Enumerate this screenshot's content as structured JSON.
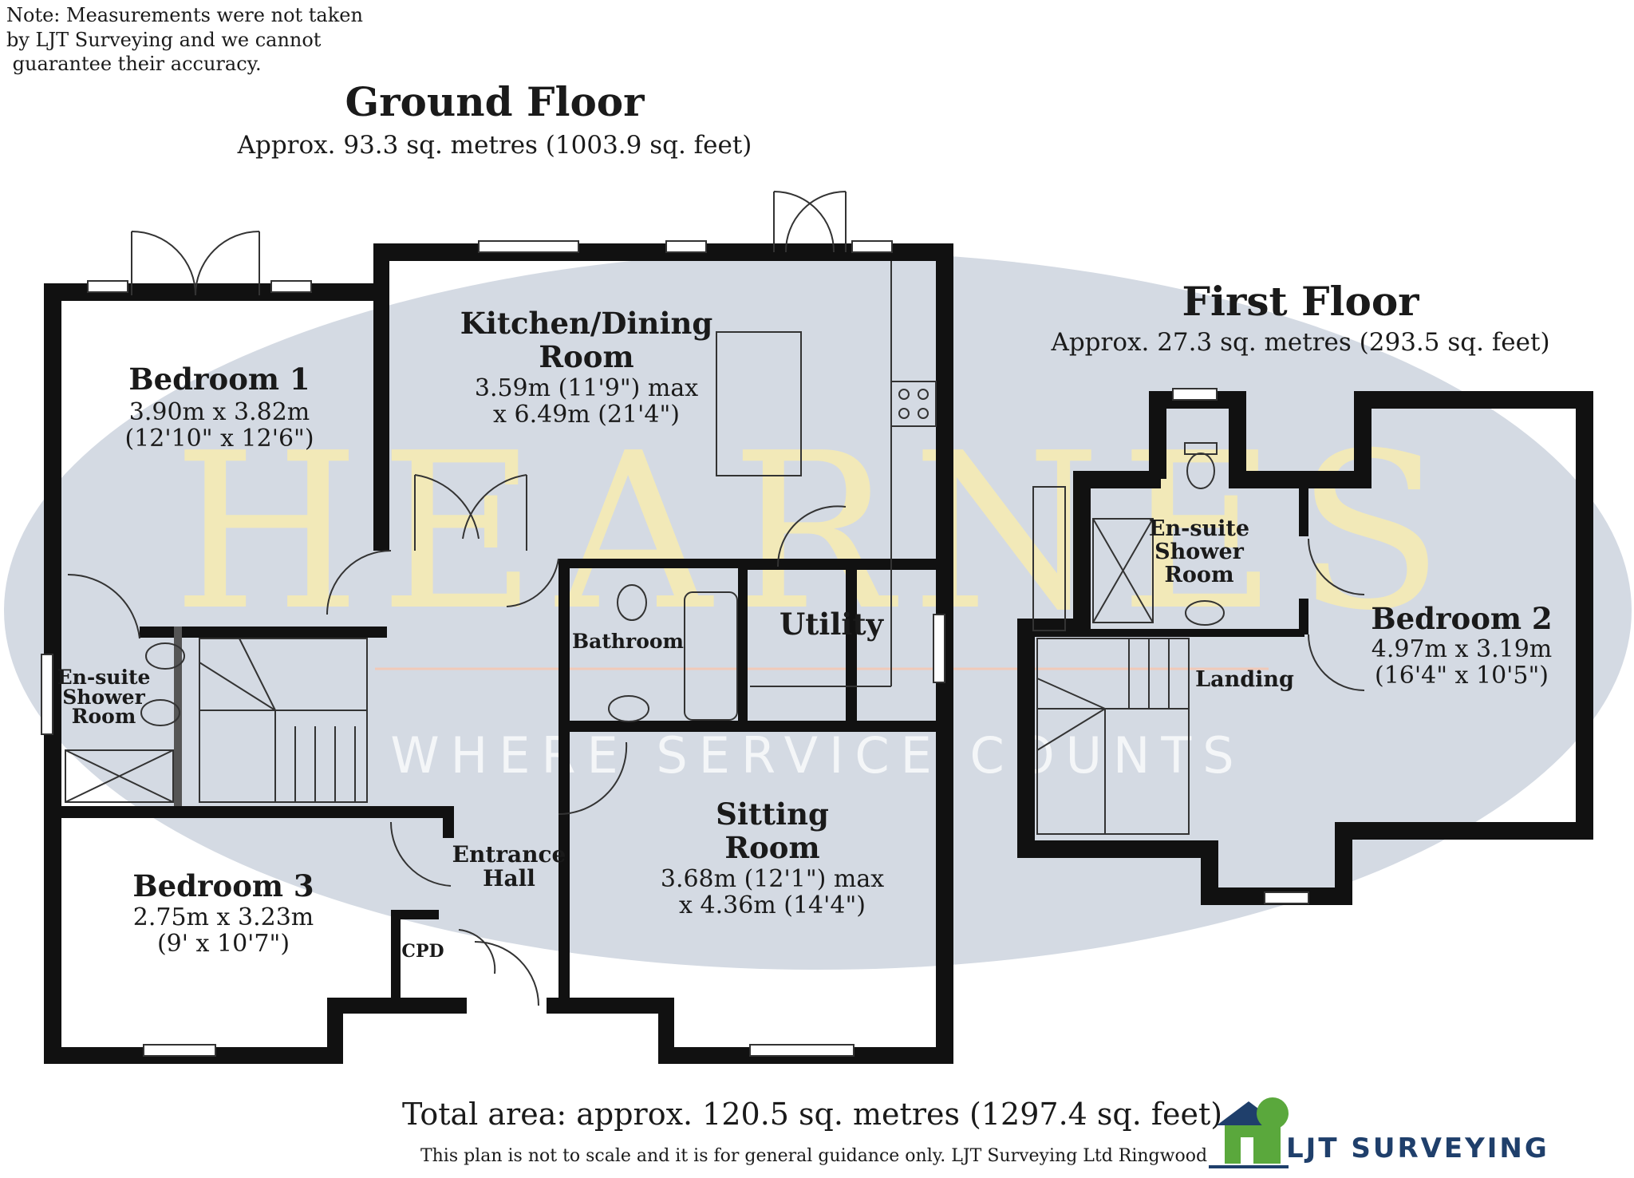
{
  "note": "Note: Measurements were not taken\nby LJT Surveying and we cannot\n guarantee their accuracy.",
  "watermark": {
    "name": "HEARNES",
    "tagline": "WHERE SERVICE COUNTS",
    "ellipse_color": "#d4dae3",
    "text_color": "#f2e9b8"
  },
  "ground_floor": {
    "title": "Ground Floor",
    "area": "Approx. 93.3 sq. metres (1003.9 sq. feet)"
  },
  "first_floor": {
    "title": "First Floor",
    "area": "Approx. 27.3 sq. metres (293.5 sq. feet)"
  },
  "rooms": {
    "bedroom1": {
      "name": "Bedroom 1",
      "dim1": "3.90m x 3.82m",
      "dim2": "(12'10\" x 12'6\")"
    },
    "kitchen": {
      "name1": "Kitchen/Dining",
      "name2": "Room",
      "dim1": "3.59m (11'9\") max",
      "dim2": "x 6.49m (21'4\")"
    },
    "bathroom": {
      "name": "Bathroom"
    },
    "utility": {
      "name": "Utility"
    },
    "ensuite_ground": {
      "name1": "En-suite",
      "name2": "Shower",
      "name3": "Room"
    },
    "bedroom3": {
      "name": "Bedroom 3",
      "dim1": "2.75m x 3.23m",
      "dim2": "(9' x 10'7\")"
    },
    "entrance_hall": {
      "name1": "Entrance",
      "name2": "Hall"
    },
    "cpd": {
      "name": "CPD"
    },
    "sitting": {
      "name1": "Sitting",
      "name2": "Room",
      "dim1": "3.68m (12'1\") max",
      "dim2": "x 4.36m (14'4\")"
    },
    "ensuite_first": {
      "name1": "En-suite",
      "name2": "Shower",
      "name3": "Room"
    },
    "landing": {
      "name": "Landing"
    },
    "bedroom2": {
      "name": "Bedroom 2",
      "dim1": "4.97m x 3.19m",
      "dim2": "(16'4\" x 10'5\")"
    }
  },
  "total_area": "Total area: approx. 120.5 sq. metres (1297.4 sq. feet)",
  "disclaimer": "This plan is not to scale and it is for general guidance only. LJT Surveying Ltd Ringwood",
  "brand": {
    "name": "LJT SURVEYING",
    "icon": "house-tree-logo-icon",
    "color": "#1f3f6b",
    "accent": "#5aa83c"
  },
  "colors": {
    "wall": "#111111",
    "line": "#333333"
  }
}
